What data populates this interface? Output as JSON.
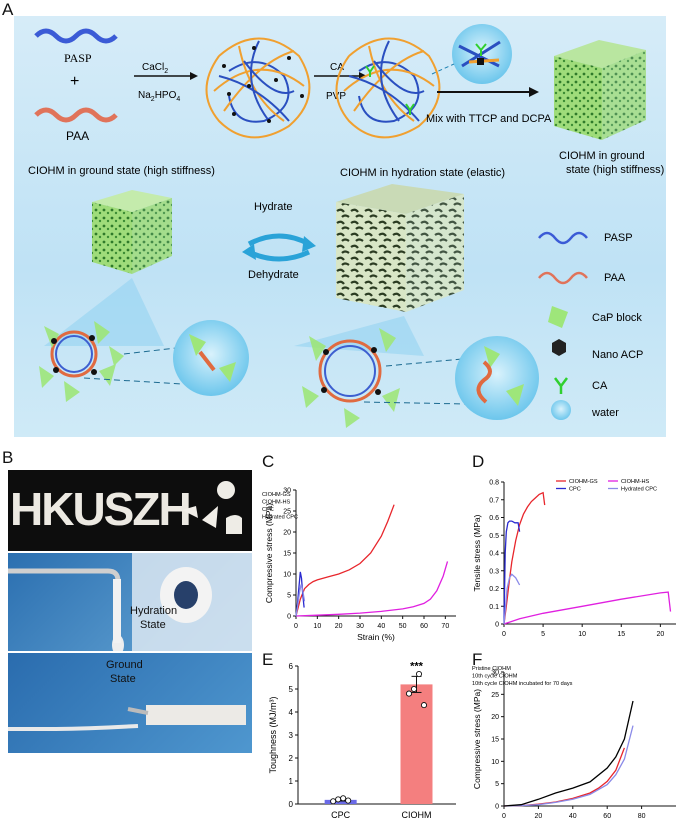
{
  "panels": {
    "A": "A",
    "B": "B",
    "C": "C",
    "D": "D",
    "E": "E",
    "F": "F"
  },
  "schematic": {
    "pasp": "PASP",
    "plus": "+",
    "paa": "PAA",
    "step1_top": "CaCl",
    "step1_top_sub": "2",
    "step1_bottom": "Na",
    "step1_bottom_sub1": "2",
    "step1_bottom_mid": "HPO",
    "step1_bottom_sub2": "4",
    "step2_top": "CA",
    "step2_bottom": "PVP",
    "mix": "Mix with TTCP and DCPA",
    "ground_right_1": "CIOHM in ground",
    "ground_right_2": "state (high stiffness)",
    "ground_left": "CIOHM in ground state (high stiffness)",
    "hydration": "CIOHM in hydration state (elastic)",
    "hydrate": "Hydrate",
    "dehydrate": "Dehydrate",
    "legend": [
      "PASP",
      "PAA",
      "CaP block",
      "Nano ACP",
      "CA",
      "water"
    ]
  },
  "photos": {
    "letters": "HKUSZH",
    "hydration_1": "Hydration",
    "hydration_2": "State",
    "ground_1": "Ground",
    "ground_2": "State"
  },
  "colors": {
    "red": "#e8262c",
    "magenta": "#e020e0",
    "blue": "#2a2ad0",
    "lightblue": "#8a8ae8",
    "black": "#000000",
    "bar_red": "#f47f7f",
    "bar_blue": "#6a6ae8"
  },
  "chart_data": [
    {
      "id": "C",
      "type": "line",
      "xlabel": "Strain (%)",
      "ylabel": "Compressive stress (MPa)",
      "xlim": [
        0,
        75
      ],
      "ylim": [
        0,
        30
      ],
      "xticks": [
        0,
        10,
        20,
        30,
        40,
        50,
        60,
        70
      ],
      "yticks": [
        0,
        5,
        10,
        15,
        20,
        25,
        30
      ],
      "legend_position": "top-left",
      "series": [
        {
          "name": "CIOHM-GS",
          "color": "#e8262c",
          "x": [
            0,
            2,
            4,
            6,
            8,
            10,
            15,
            20,
            25,
            30,
            35,
            40,
            43,
            46
          ],
          "y": [
            0,
            4,
            6.5,
            7.5,
            8.2,
            8.6,
            9.3,
            10,
            11,
            12.5,
            15,
            19,
            22.5,
            26.5
          ]
        },
        {
          "name": "CIOHM-HS",
          "color": "#e020e0",
          "x": [
            0,
            10,
            20,
            30,
            40,
            50,
            55,
            60,
            63,
            66,
            69,
            71
          ],
          "y": [
            0,
            0.2,
            0.4,
            0.7,
            1.1,
            1.7,
            2.2,
            3,
            4,
            6,
            9.5,
            13
          ]
        },
        {
          "name": "CPC",
          "color": "#2a2ad0",
          "x": [
            0,
            0.7,
            1.4,
            2,
            2.6,
            3.2,
            3.8
          ],
          "y": [
            0,
            3,
            7,
            10.5,
            9,
            5,
            2
          ]
        },
        {
          "name": "Hydrated CPC",
          "color": "#8a8ae8",
          "x": [
            0,
            0.8,
            1.6,
            2.4,
            3.2,
            4
          ],
          "y": [
            0,
            2.5,
            5.5,
            7.5,
            6,
            3.5
          ]
        }
      ]
    },
    {
      "id": "D",
      "type": "line",
      "xlabel": "Strain (%)",
      "ylabel": "Tensile stress (MPa)",
      "xlim": [
        0,
        22
      ],
      "ylim": [
        0,
        0.8
      ],
      "xticks": [
        0,
        5,
        10,
        15,
        20
      ],
      "yticks": [
        0,
        0.1,
        0.2,
        0.3,
        0.4,
        0.5,
        0.6,
        0.7,
        0.8
      ],
      "legend_position": "top-right",
      "series": [
        {
          "name": "CIOHM-GS",
          "color": "#e8262c",
          "x": [
            0,
            0.3,
            0.7,
            1,
            1.5,
            2,
            2.5,
            3,
            3.5,
            4,
            4.5,
            5,
            5.2
          ],
          "y": [
            0,
            0.1,
            0.25,
            0.35,
            0.47,
            0.56,
            0.62,
            0.66,
            0.69,
            0.71,
            0.73,
            0.74,
            0.67
          ]
        },
        {
          "name": "CIOHM-HS",
          "color": "#e020e0",
          "x": [
            0,
            2,
            5,
            10,
            15,
            20,
            21,
            21.3
          ],
          "y": [
            0,
            0.03,
            0.06,
            0.1,
            0.14,
            0.175,
            0.18,
            0.07
          ]
        },
        {
          "name": "CPC",
          "color": "#2a2ad0",
          "x": [
            0,
            0.15,
            0.3,
            0.5,
            0.7,
            1,
            1.4,
            1.8,
            2
          ],
          "y": [
            0,
            0.4,
            0.52,
            0.57,
            0.58,
            0.58,
            0.57,
            0.57,
            0.52
          ]
        },
        {
          "name": "Hydrated CPC",
          "color": "#8a8ae8",
          "x": [
            0,
            0.2,
            0.4,
            0.7,
            1,
            1.5,
            2
          ],
          "y": [
            0,
            0.1,
            0.2,
            0.26,
            0.28,
            0.26,
            0.22
          ]
        }
      ]
    },
    {
      "id": "E",
      "type": "bar",
      "ylabel": "Toughness (MJ/m³)",
      "ylim": [
        0,
        6
      ],
      "yticks": [
        0,
        1,
        2,
        3,
        4,
        5,
        6
      ],
      "categories": [
        "CPC",
        "CIOHM"
      ],
      "values": [
        0.18,
        5.2
      ],
      "errors": [
        0.05,
        0.35
      ],
      "points": [
        [
          0.12,
          0.2,
          0.25,
          0.15
        ],
        [
          4.8,
          5.0,
          5.65,
          4.3
        ]
      ],
      "significance": "***"
    },
    {
      "id": "F",
      "type": "line",
      "xlabel": "Strain (%)",
      "ylabel": "Compressive stress (MPa)",
      "xlim": [
        0,
        100
      ],
      "ylim": [
        0,
        30
      ],
      "xticks": [
        0,
        20,
        40,
        60,
        80
      ],
      "yticks": [
        0,
        5,
        10,
        15,
        20,
        25,
        30
      ],
      "legend_position": "top-left",
      "series": [
        {
          "name": "Pristine CIOHM",
          "color": "#e8262c",
          "x": [
            0,
            10,
            20,
            30,
            40,
            50,
            55,
            60,
            65,
            70
          ],
          "y": [
            0,
            0.1,
            0.4,
            0.9,
            1.7,
            2.9,
            4,
            5.5,
            8,
            13
          ]
        },
        {
          "name": "10th cycle CIOHM",
          "color": "#8a8ae8",
          "x": [
            0,
            10,
            20,
            30,
            40,
            50,
            60,
            65,
            70,
            75
          ],
          "y": [
            0,
            0.1,
            0.3,
            0.8,
            1.5,
            2.6,
            4.8,
            7,
            10.5,
            18
          ]
        },
        {
          "name": "10th cycle CIOHM incubated for 70 days",
          "color": "#000000",
          "x": [
            0,
            10,
            20,
            30,
            40,
            50,
            60,
            65,
            70,
            75
          ],
          "y": [
            0,
            0.3,
            1.5,
            2.9,
            4,
            5.4,
            8.5,
            11,
            15,
            23.5
          ]
        }
      ]
    }
  ]
}
